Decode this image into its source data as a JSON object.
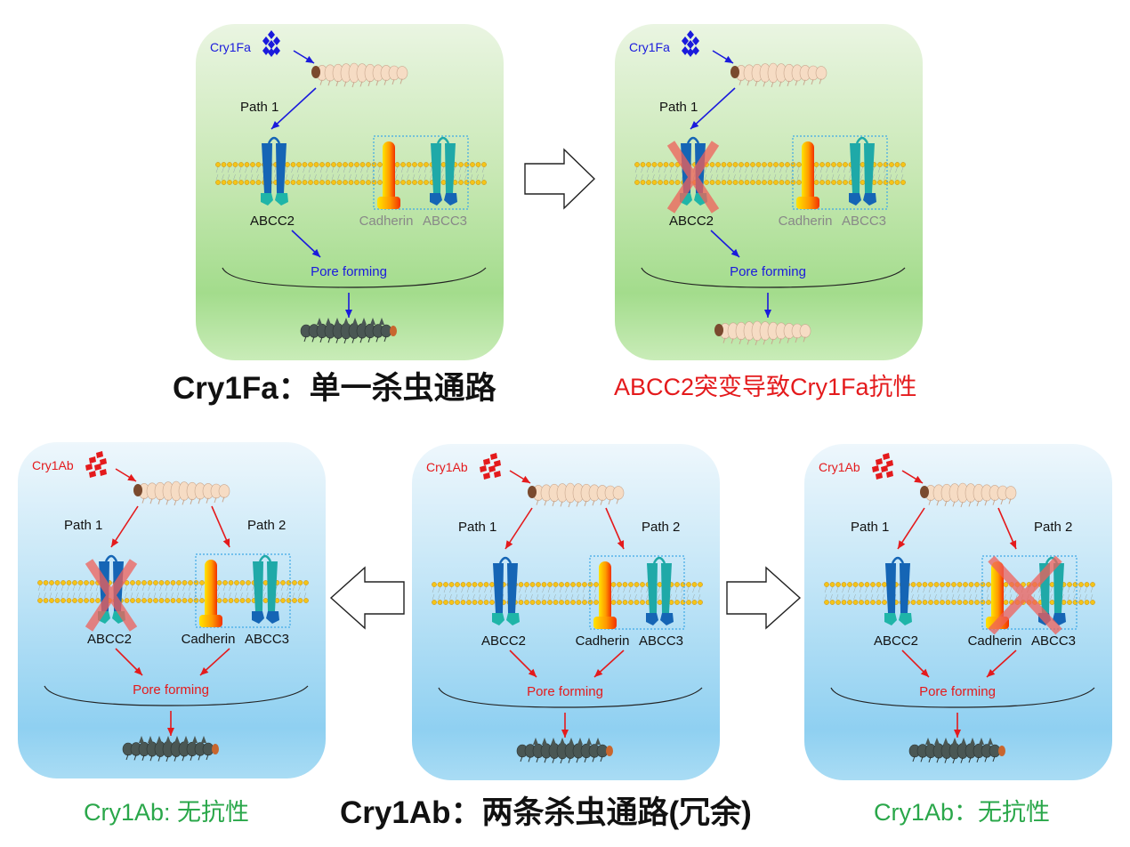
{
  "figure": {
    "colors": {
      "cry1fa": "#1a1adc",
      "cry1ab": "#e41a1c",
      "resistance_text": "#e41a1c",
      "no_resistance_text": "#2aa74a",
      "title_text": "#111111",
      "knockout_x": "#f0605a",
      "abcc2_body": "#1565b5",
      "abcc2_foot": "#1fb5a8",
      "abcc3_body": "#1fa9a8",
      "abcc3_foot": "#1565b5",
      "lipid_head": "#f5c518",
      "box_border": "#3fa9e6"
    },
    "top_row": {
      "caption_left": "Cry1Fa：单一杀虫通路",
      "caption_right": "ABCC2突变导致Cry1Fa抗性",
      "transition_arrow": "arrow-right"
    },
    "bottom_row": {
      "caption_center": "Cry1Ab：两条杀虫通路(冗余)",
      "caption_left": "Cry1Ab: 无抗性",
      "caption_right": "Cry1Ab：无抗性",
      "arrow_left": "arrow-left",
      "arrow_right": "arrow-right"
    },
    "panels": [
      {
        "id": "cry1fa-wildtype",
        "theme": "green",
        "toxin": "Cry1Fa",
        "toxin_shape": "diamonds",
        "path1_label": "Path 1",
        "path2_label": "",
        "abcc2_label": "ABCC2",
        "cadherin_label": "Cadherin",
        "abcc3_label": "ABCC3",
        "secondary_dimmed": true,
        "pore_label": "Pore forming",
        "abcc2_knocked_out": false,
        "path2_knocked_out": false,
        "outcome": "dead-larva"
      },
      {
        "id": "cry1fa-abcc2-mutant",
        "theme": "green",
        "toxin": "Cry1Fa",
        "toxin_shape": "diamonds",
        "path1_label": "Path 1",
        "path2_label": "",
        "abcc2_label": "ABCC2",
        "cadherin_label": "Cadherin",
        "abcc3_label": "ABCC3",
        "secondary_dimmed": true,
        "pore_label": "Pore forming",
        "abcc2_knocked_out": true,
        "path2_knocked_out": false,
        "outcome": "live-larva"
      },
      {
        "id": "cry1ab-abcc2-mutant",
        "theme": "blue",
        "toxin": "Cry1Ab",
        "toxin_shape": "squares",
        "path1_label": "Path 1",
        "path2_label": "Path 2",
        "abcc2_label": "ABCC2",
        "cadherin_label": "Cadherin",
        "abcc3_label": "ABCC3",
        "secondary_dimmed": false,
        "pore_label": "Pore forming",
        "abcc2_knocked_out": true,
        "path2_knocked_out": false,
        "outcome": "dead-larva"
      },
      {
        "id": "cry1ab-wildtype",
        "theme": "blue",
        "toxin": "Cry1Ab",
        "toxin_shape": "squares",
        "path1_label": "Path 1",
        "path2_label": "Path 2",
        "abcc2_label": "ABCC2",
        "cadherin_label": "Cadherin",
        "abcc3_label": "ABCC3",
        "secondary_dimmed": false,
        "pore_label": "Pore forming",
        "abcc2_knocked_out": false,
        "path2_knocked_out": false,
        "outcome": "dead-larva"
      },
      {
        "id": "cry1ab-path2-mutant",
        "theme": "blue",
        "toxin": "Cry1Ab",
        "toxin_shape": "squares",
        "path1_label": "Path 1",
        "path2_label": "Path 2",
        "abcc2_label": "ABCC2",
        "cadherin_label": "Cadherin",
        "abcc3_label": "ABCC3",
        "secondary_dimmed": false,
        "pore_label": "Pore forming",
        "abcc2_knocked_out": false,
        "path2_knocked_out": true,
        "outcome": "dead-larva"
      }
    ]
  }
}
